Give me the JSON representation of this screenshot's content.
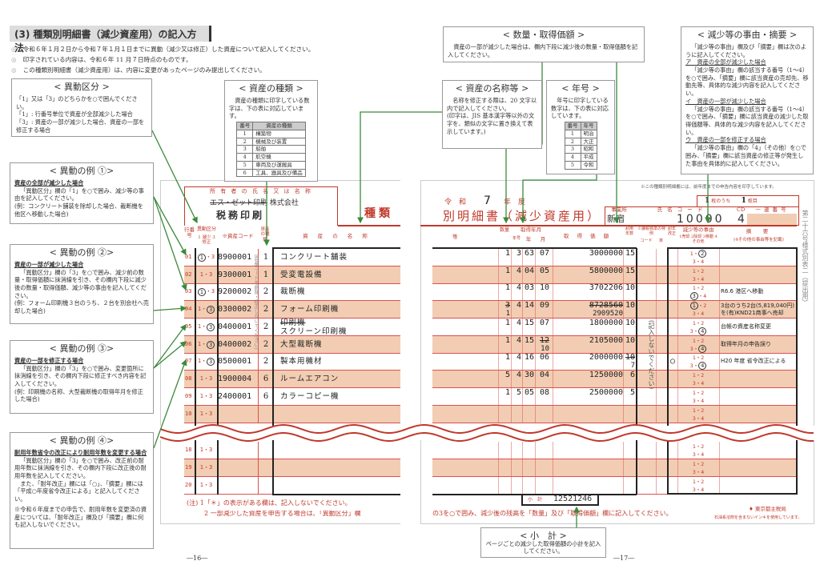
{
  "title": "(3) 種類別明細書（減少資産用）の記入方法",
  "bullets": [
    "令和６年１月２日から令和７年１月１日までに異動（減少又は修正）した資産について記入してください。",
    "印字されている内容は、令和６年 11 月７日時点のものです。",
    "この種類別明細書（減少資産用）は、内容に変更があったページのみ提出してください。"
  ],
  "bullet_mark": "◎",
  "boxes": {
    "idou_kubun": {
      "title": "< 異動区分 >",
      "lines": [
        "「1」又は「3」のどちらかを○で囲んでください。",
        "「1」: 行番号単位で資産が全部減少した場合",
        "「3」: 資産の一部が減少した場合、資産の一部を修正する場合"
      ]
    },
    "shisan_shurui": {
      "title": "< 資産の種類 >",
      "text": "資産の種類に印字している数字は、下の表に対応しています。",
      "headers": [
        "番号",
        "資産の種類"
      ],
      "rows": [
        [
          "1",
          "構築物"
        ],
        [
          "2",
          "機械及び装置"
        ],
        [
          "3",
          "船舶"
        ],
        [
          "4",
          "航空機"
        ],
        [
          "5",
          "車両及び運搬具"
        ],
        [
          "6",
          "工具、器具及び備品"
        ]
      ]
    },
    "ex1": {
      "title": "< 異動の例 ①>",
      "heading": "資産の全部が減少した場合",
      "body": "「異動区分」欄の「1」を○で囲み、減少等の事由を記入してください。",
      "note": "(例：コンクリート舗装を除却した場合、裁断機を他区へ移動した場合)"
    },
    "ex2": {
      "title": "< 異動の例 ②>",
      "heading": "資産の一部が減少した場合",
      "body": "「異動区分」欄の「3」を○で囲み、減少前の数量・取得価額に抹消線を引き、その欄内下段に減少後の数量・取得価額、減少等の事由を記入してください。",
      "note": "(例：フォーム印刷機３台のうち、２台を別会社へ売却した場合)"
    },
    "ex3": {
      "title": "< 異動の例 ③>",
      "heading": "資産の一部を修正する場合",
      "body": "「異動区分」欄の「3」を○で囲み、変更箇所に抹消線を引き、その欄内下段に修正すべき内容を記入してください。",
      "note": "(例：印刷機の名称、大型裁断機の取得年月を修正した場合)"
    },
    "ex4": {
      "title": "< 異動の例 ④>",
      "heading": "耐用年数省令の改正により耐用年数を変更する場合",
      "body": "「異動区分」欄の「3」を○で囲み、改正前の耐用年数に抹消線を引き、その欄内下段に改正後の耐用年数を記入してください。",
      "body2": "また、「耐年改正」欄には「○」、「摘要」欄には「平成○年度省令改正による」と記入してください。",
      "note": "※令和６年度までの申告で、耐用年数を変更済の資産については、「耐年改正」欄及び「摘要」欄に何も記入しないでください。"
    },
    "suryo": {
      "title": "< 数量・取得価額 >",
      "text": "資産の一部が減少した場合は、欄内下段に減少後の数量・取得価額を記入してください。"
    },
    "meisho": {
      "title": "< 資産の名称等 >",
      "text": "名称を修正する際は、20 文字以内で記入してください。",
      "note": "(印字は、JIS 基本漢字等以外の文字を、類似の文字に置き換えて表示しています。)"
    },
    "nengo": {
      "title": "< 年号 >",
      "text": "年号に印字している数字は、下の表に対応しています。",
      "headers": [
        "番号",
        "年号"
      ],
      "rows": [
        [
          "1",
          "明治"
        ],
        [
          "2",
          "大正"
        ],
        [
          "3",
          "昭和"
        ],
        [
          "4",
          "平成"
        ],
        [
          "5",
          "令和"
        ]
      ]
    },
    "jiyu": {
      "title": "< 減少等の事由・摘要 >",
      "intro": "「減少等の事由」欄及び「摘要」欄は次のように記入してください。",
      "items": [
        {
          "h": "ア　資産の全部が減少した場合",
          "t": "「減少等の事由」欄の該当する番号（1～4）を○で囲み、「摘要」欄に該当資産の売却先、移動先等、具体的な減少内容を記入してください。"
        },
        {
          "h": "イ　資産の一部が減少した場合",
          "t": "「減少等の事由」欄の該当する番号（1～4）を○で囲み、「摘要」欄に該当資産の減少した取得価額等、具体的な減少内容を記入してください。"
        },
        {
          "h": "ウ　資産の一部を修正する場合",
          "t": "「減少等の事由」欄の「4」（その他）を○で囲み、「摘要」欄に該当資産の修正等が発生した事由を具体的に記入してください。"
        }
      ]
    },
    "shokei": {
      "title": "< 小　計 >",
      "text": "ページごとの減少した取得価額の小計を記入してください。"
    }
  },
  "left_form": {
    "owner_label": "所 有 者 の 氏 名 又 は 名 称",
    "owner_struck": "エス・ゼット印刷",
    "owner_suffix": "株式会社",
    "owner_corrected": "税務印刷",
    "heading": "種類",
    "col_rowno": "行番号",
    "col_kubun": "異動区分",
    "kubun_opts": "1 減少 3 修正",
    "col_code": "※資産コード",
    "col_type": "資産の種類",
    "col_name": "資 産 の 名 称",
    "code_note": "(資産コードを削除・修正しないでください)",
    "notes": [
      "(注) 1「＊」の表示がある欄は、記入しないでください。",
      "2 一部減少した資産を申告する場合は、「異動区分」欄"
    ],
    "page": "―16―"
  },
  "right_form": {
    "notice": "※この種類別明細書には、前年度までの申告内容を印字しています。",
    "era_label": "令　和",
    "year": "7",
    "year_label": "年　度",
    "heading": "別明細書（減少資産用）",
    "sheet": "1",
    "sheet_of": "枚のうち",
    "sheet_no": "1",
    "sheet_label": "枚目",
    "office_label": "事業所",
    "name_code_label": "氏 名 コ ー ド",
    "cd_label": "CD",
    "serial_label": "一 連 番 号",
    "office": "新宿",
    "name_code": "10000",
    "cd": "4",
    "col_to": "等",
    "col_qty": "数量",
    "col_acq": "取得年月",
    "col_era": "年号",
    "col_yr": "年",
    "col_mo": "月",
    "col_price": "取 得 価 額",
    "col_life": "耐用年数",
    "col_special": "※課税標準の特例",
    "col_code": "コード",
    "col_rate": "率",
    "col_kaisei": "耐年改正",
    "col_reason": "減少等の事由",
    "reason_opts": "1売却 2除却 3移動 4その他",
    "col_summary": "摘　要",
    "summary_note": "(4その他の事由等を記載)",
    "nowrite": "(記入しないでください)",
    "side": "第二十六号様式別表二（提出用）",
    "subtotal_label": "小　計",
    "subtotal": "12521246",
    "bottom_note": "の3を○で囲み、減少後の残高を「数量」及び「取得価額」欄に記入してください。",
    "issuer": "東京都主税局",
    "ink": "石油系溶剤を含まないインキを使用しています。",
    "page": "―17―"
  },
  "rows": [
    {
      "no": "01",
      "kubun": "1",
      "code": "8900001",
      "type": "1",
      "name": "コンクリート舗装",
      "qty": "1",
      "era": "3",
      "yr": "63",
      "mo": "07",
      "price": "3000000",
      "life": "15",
      "reason": "2",
      "summary": ""
    },
    {
      "no": "02",
      "kubun": "",
      "code": "9300001",
      "type": "1",
      "name": "受変電設備",
      "qty": "1",
      "era": "4",
      "yr": "04",
      "mo": "05",
      "price": "5800000",
      "life": "15",
      "reason": "",
      "summary": ""
    },
    {
      "no": "03",
      "kubun": "1",
      "code": "9200002",
      "type": "2",
      "name": "裁断機",
      "qty": "1",
      "era": "4",
      "yr": "03",
      "mo": "10",
      "price": "3702206",
      "life": "10",
      "reason": "3",
      "summary": "R6.6 港区へ移動"
    },
    {
      "no": "04",
      "kubun": "3",
      "code": "0300002",
      "type": "2",
      "name": "フォーム印刷機",
      "qty": "3",
      "qty_new": "1",
      "era": "4",
      "yr": "14",
      "mo": "09",
      "price": "8728560",
      "price_new": "2909520",
      "life": "10",
      "reason": "1",
      "summary": "3台のうち2台(5,819,040円)を(有)KND21商事へ売却"
    },
    {
      "no": "05",
      "kubun": "3",
      "code": "0400001",
      "type": "2",
      "name": "印刷機",
      "name_new": "スクリーン印刷機",
      "qty": "1",
      "era": "4",
      "yr": "15",
      "mo": "07",
      "price": "1800000",
      "life": "10",
      "reason": "4",
      "summary": "台帳の資産名称変更"
    },
    {
      "no": "06",
      "kubun": "3",
      "code": "0400002",
      "type": "2",
      "name": "大型裁断機",
      "qty": "1",
      "era": "4",
      "yr": "15",
      "mo": "12",
      "mo_new": "10",
      "price": "2105000",
      "life": "10",
      "reason": "4",
      "summary": "取得年月の申告誤り"
    },
    {
      "no": "07",
      "kubun": "3",
      "code": "0500001",
      "type": "2",
      "name": "製本用機材",
      "qty": "1",
      "era": "4",
      "yr": "16",
      "mo": "06",
      "price": "2000000",
      "life": "10",
      "life_new": "7",
      "kaisei": "○",
      "reason": "4",
      "summary": "H20 年度 省令改正による"
    },
    {
      "no": "08",
      "kubun": "",
      "code": "1900004",
      "type": "6",
      "name": "ルームエアコン",
      "qty": "5",
      "era": "4",
      "yr": "30",
      "mo": "04",
      "price": "1250000",
      "life": "6",
      "reason": "",
      "summary": ""
    },
    {
      "no": "09",
      "kubun": "",
      "code": "2400001",
      "type": "6",
      "name": "カラーコピー機",
      "qty": "1",
      "era": "5",
      "yr": "05",
      "mo": "08",
      "price": "2500000",
      "life": "5",
      "reason": "",
      "summary": ""
    },
    {
      "no": "10",
      "kubun": "",
      "code": "",
      "type": "",
      "name": "",
      "qty": "",
      "era": "",
      "yr": "",
      "mo": "",
      "price": "",
      "life": "",
      "reason": "",
      "summary": ""
    },
    {
      "no": "18",
      "kubun": "",
      "code": "",
      "type": "",
      "name": "",
      "qty": "",
      "era": "",
      "yr": "",
      "mo": "",
      "price": "",
      "life": "",
      "reason": "",
      "summary": ""
    },
    {
      "no": "19",
      "kubun": "",
      "code": "",
      "type": "",
      "name": "",
      "qty": "",
      "era": "",
      "yr": "",
      "mo": "",
      "price": "",
      "life": "",
      "reason": "",
      "summary": ""
    },
    {
      "no": "20",
      "kubun": "",
      "code": "",
      "type": "",
      "name": "",
      "qty": "",
      "era": "",
      "yr": "",
      "mo": "",
      "price": "",
      "life": "",
      "reason": "",
      "summary": ""
    }
  ],
  "kubun_text": "1・3",
  "reason_rows": [
    "1 ・ 2",
    "3 ・ 4"
  ]
}
